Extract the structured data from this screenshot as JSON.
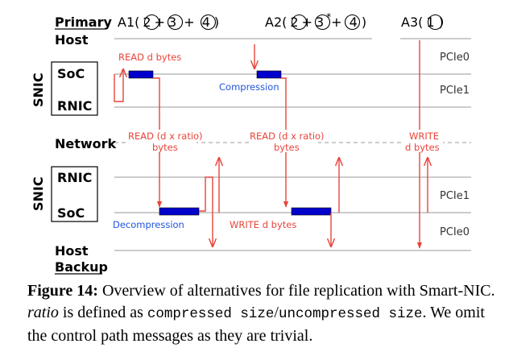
{
  "colors": {
    "arrow": "#e8443a",
    "block": "#0000cc",
    "note_blue": "#2255dd",
    "line": "#9a9a9a",
    "text": "#000000"
  },
  "rows": {
    "primary": "Primary",
    "host_top": "Host",
    "soc_top": "SoC",
    "rnic_top": "RNIC",
    "network": "Network",
    "rnic_bottom": "RNIC",
    "soc_bottom": "SoC",
    "host_bottom": "Host",
    "backup": "Backup",
    "snic_top": "SNIC",
    "snic_bottom": "SNIC"
  },
  "columns": {
    "a1": {
      "prefix": "A1(",
      "n1": "2",
      "p1": "+",
      "n2": "3",
      "p2": " + ",
      "n3": "4",
      "suffix": ")"
    },
    "a2": {
      "prefix": "A2(",
      "n1": "2",
      "p1": "+",
      "n2": "3",
      "star": "*",
      "p2": "+ ",
      "n3": "4",
      "suffix": ")"
    },
    "a3": {
      "prefix": "A3(",
      "n1": "1",
      "suffix": ")"
    }
  },
  "annotations": {
    "read_d": "READ d bytes",
    "compression": "Compression",
    "a1_read_ratio_1": "READ (d x ratio)",
    "a1_read_ratio_2": "bytes",
    "a2_read_ratio_1": "READ (d x ratio)",
    "a2_read_ratio_2": "bytes",
    "a3_write_1": "WRITE",
    "a3_write_2": "d bytes",
    "decompression": "Decompression",
    "write_d": "WRITE d bytes"
  },
  "pcie": {
    "top_0": "PCIe0",
    "top_1": "PCIe1",
    "bottom_1": "PCIe1",
    "bottom_0": "PCIe0"
  },
  "caption": {
    "label": "Figure 14:",
    "t1": " Overview of alternatives for file replication with Smart-NIC. ",
    "ratio": "ratio",
    "t2": " is defined as ",
    "code1": "compressed size",
    "slash": "/",
    "code2": "uncompressed size",
    "t3": ". We omit the control path messages as they are trivial."
  }
}
